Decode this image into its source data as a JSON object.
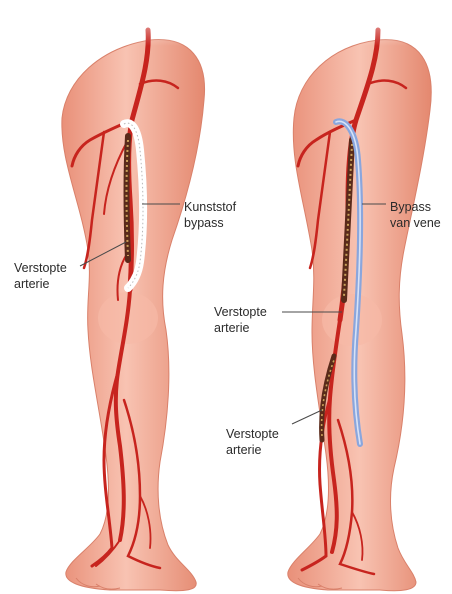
{
  "labels": {
    "left_graft_line1": "Kunststof",
    "left_graft_line2": "bypass",
    "left_artery_line1": "Verstopte",
    "left_artery_line2": "arterie",
    "right_graft_line1": "Bypass",
    "right_graft_line2": "van vene",
    "right_artery_upper_line1": "Verstopte",
    "right_artery_upper_line2": "arterie",
    "right_artery_lower_line1": "Verstopte",
    "right_artery_lower_line2": "arterie"
  },
  "colors": {
    "skin": "#f2a994",
    "skin_light": "#f8c7b6",
    "skin_shadow": "#e08a74",
    "artery": "#c7241e",
    "artery_dark": "#8e1712",
    "plaque": "#3a2a20",
    "plastic_graft": "#ffffff",
    "vein_graft": "#8aa6dd",
    "leader_line": "#4a4a4a"
  }
}
